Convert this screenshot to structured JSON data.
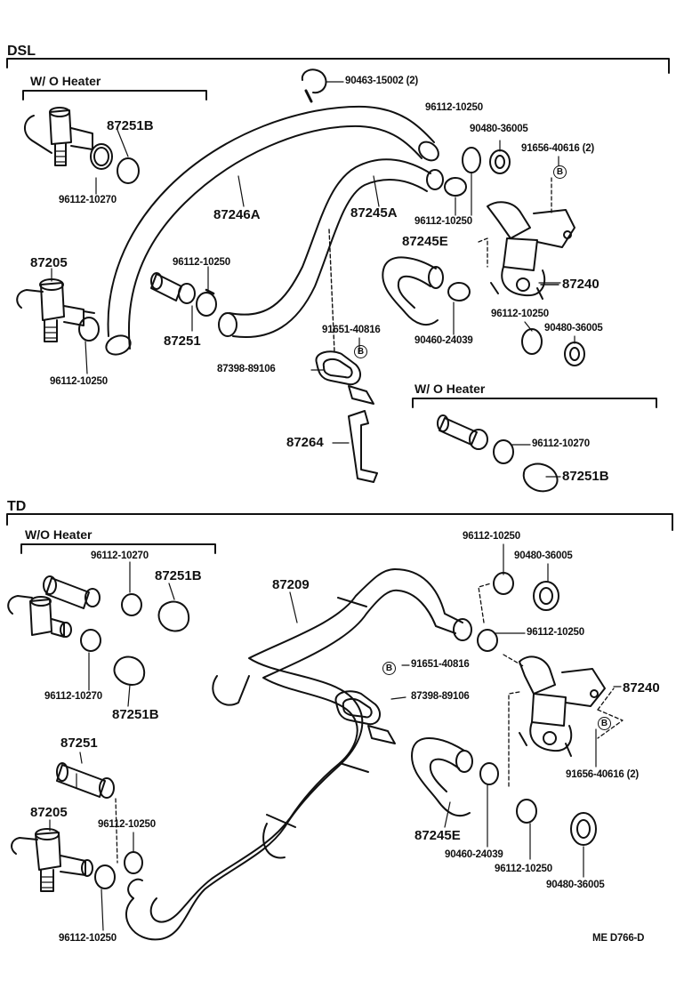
{
  "sections": {
    "dsl": {
      "title": "DSL",
      "wo_heater_left": "W/ O Heater",
      "wo_heater_right": "W/ O Heater"
    },
    "td": {
      "title": "TD",
      "wo_heater": "W/O Heater"
    }
  },
  "callout_b": "B",
  "dsl_labels": {
    "p1": "90463-15002 (2)",
    "p2": "87251B",
    "p3": "96112-10250",
    "p4": "90480-36005",
    "p5": "91656-40616 (2)",
    "p6": "96112-10270",
    "p7": "87246A",
    "p8": "87245A",
    "p9": "96112-10250",
    "p10": "87245E",
    "p11": "87205",
    "p12": "96112-10250",
    "p13": "87240",
    "p14": "96112-10250",
    "p15": "90480-36005",
    "p16": "87251",
    "p17": "91651-40816",
    "p18": "90460-24039",
    "p19": "96112-10250",
    "p20": "87398-89106",
    "p21": "87264",
    "p22": "96112-10270",
    "p23": "87251B"
  },
  "td_labels": {
    "q1": "96112-10250",
    "q2": "96112-10270",
    "q3": "87251B",
    "q4": "87209",
    "q5": "90480-36005",
    "q6": "96112-10250",
    "q7": "91651-40816",
    "q8": "87240",
    "q9": "87398-89106",
    "q10": "96112-10270",
    "q11": "87251B",
    "q12": "87251",
    "q13": "91656-40616 (2)",
    "q14": "87205",
    "q15": "96112-10250",
    "q16": "87245E",
    "q17": "90460-24039",
    "q18": "96112-10250",
    "q19": "90480-36005",
    "q20": "96112-10250"
  },
  "footer_code": "ME  D766-D"
}
